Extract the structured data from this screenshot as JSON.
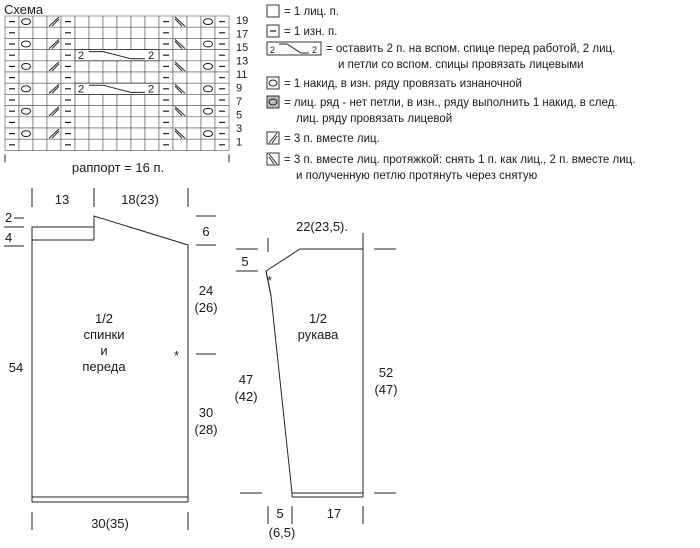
{
  "scheme": {
    "title": "Схема",
    "rapport": "раппорт = 16 п.",
    "row_numbers": [
      "19",
      "17",
      "15",
      "13",
      "11",
      "9",
      "7",
      "5",
      "3",
      "1"
    ]
  },
  "legend": [
    {
      "icon": "knit-box-icon",
      "lines": [
        "= 1 лиц. п."
      ]
    },
    {
      "icon": "purl-box-icon",
      "lines": [
        "= 1 изн. п."
      ]
    },
    {
      "icon": "cable-box-icon",
      "lines": [
        "= оставить 2 п. на вспом. спице перед работой, 2 лиц.",
        "и петли со вспом. спицы провязать лицевыми"
      ],
      "cell_label": "2"
    },
    {
      "icon": "yarn-over-box-icon",
      "lines": [
        "= 1 накид, в изн. ряду провязать изнаночной"
      ]
    },
    {
      "icon": "no-stitch-yo-icon",
      "lines": [
        "= лиц. ряд - нет петли, в изн., ряду выполнить 1 накид, в след.",
        "лиц. ряду провязать лицевой"
      ]
    },
    {
      "icon": "k3tog-icon",
      "lines": [
        "= 3 п. вместе лиц."
      ]
    },
    {
      "icon": "sk2p-icon",
      "lines": [
        "= 3 п. вместе лиц. протяжкой: снять 1 п. как лиц., 2 п. вместе лиц.",
        "и полученную петлю протянуть через снятую"
      ]
    }
  ],
  "body_piece": {
    "label": [
      "1/2",
      "спинки",
      "и",
      "переда"
    ],
    "top_left": "13",
    "top_right": "18(23)",
    "shoulder_drop": [
      "2",
      "4"
    ],
    "right_top": "6",
    "armhole": [
      "24",
      "(26)"
    ],
    "side": [
      "30",
      "(28)"
    ],
    "length": "54",
    "bottom": "30(35)",
    "marker": "*"
  },
  "sleeve_piece": {
    "label": [
      "1/2",
      "рукава"
    ],
    "top": "22(23,5).",
    "cap": "5",
    "left": [
      "47",
      "(42)"
    ],
    "right": [
      "52",
      "(47)"
    ],
    "bottom_left": [
      "5",
      "(6,5)"
    ],
    "bottom_right": "17",
    "marker": "*"
  }
}
